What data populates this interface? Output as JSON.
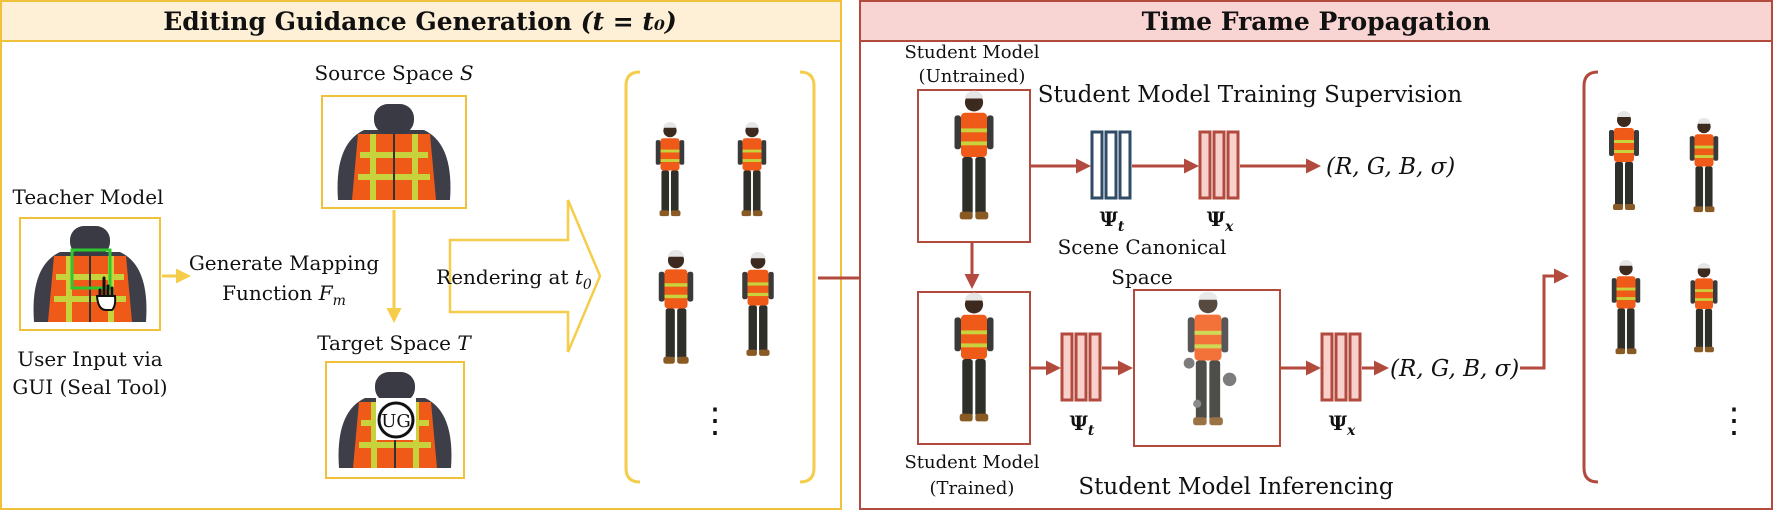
{
  "left_panel": {
    "title": "Editing Guidance Generation",
    "title_math": "(t = t₀)",
    "teacher_label": "Teacher Model",
    "user_input_line1": "User Input via",
    "user_input_line2": "GUI (Seal Tool)",
    "mapping_line1": "Generate Mapping",
    "mapping_line2": "Function",
    "mapping_symbol": "F",
    "mapping_sub": "m",
    "source_label": "Source Space",
    "source_symbol": "S",
    "target_label": "Target Space",
    "target_symbol": "T",
    "rendering_label": "Rendering at",
    "rendering_symbol": "t",
    "rendering_sub": "0",
    "ellipsis": "⋮"
  },
  "right_panel": {
    "title": "Time Frame Propagation",
    "untrained_line1": "Student Model",
    "untrained_line2": "(Untrained)",
    "trained_line1": "Student Model",
    "trained_line2": "(Trained)",
    "training_label": "Student Model Training Supervision",
    "inferencing_label": "Student Model Inferencing",
    "canonical_line1": "Scene Canonical",
    "canonical_line2": "Space",
    "output_top": "(R, G, B, σ)",
    "output_bottom": "(R, G, B, σ)",
    "psi": "Ψ",
    "psi_t_sub": "t",
    "psi_x_sub": "x",
    "ellipsis": "⋮"
  },
  "colors": {
    "left_border": "#f0c23c",
    "left_header": "#fdf0d6",
    "right_border": "#b34a3e",
    "right_header": "#f8d5d2",
    "red_arrow": "#b34a3e",
    "yellow_arrow": "#f5cd4a",
    "navy": "#2f4b66",
    "pink_fill": "#f8d0cc",
    "vest_orange": "#f05a18",
    "vest_stripe": "#c8d23c"
  },
  "icons": {
    "cursor": "hand-pointer-icon",
    "seal": "ug-seal-icon"
  }
}
